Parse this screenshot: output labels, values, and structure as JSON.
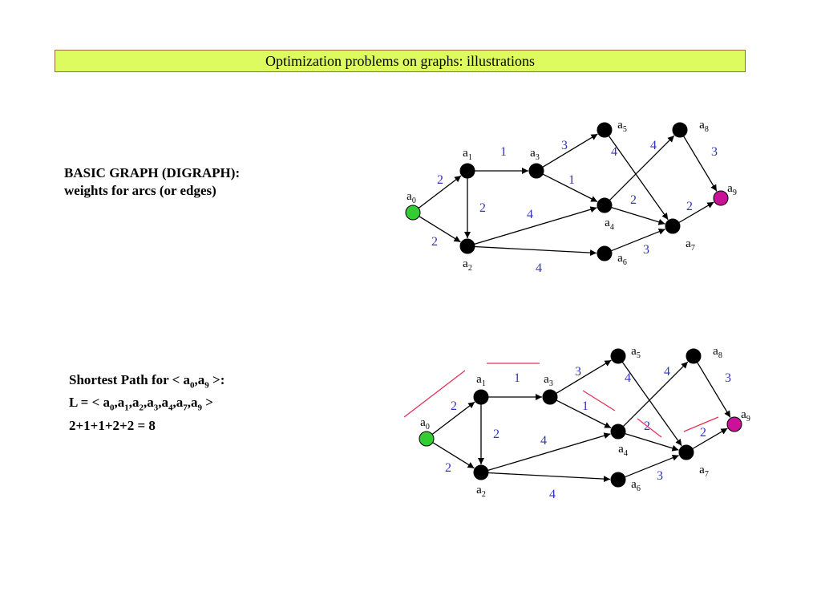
{
  "title": "Optimization problems on graphs: illustrations",
  "basic_caption": {
    "line1": "BASIC GRAPH (DIGRAPH):",
    "line2": "weights for arcs (or edges)"
  },
  "sp_caption": {
    "line1_prefix": "Shortest Path for  < a",
    "line1_s0": "0",
    "line1_mid": ",a",
    "line1_s1": "9",
    "line1_suffix": " >:",
    "line2_prefix": "L = < a",
    "line2_path_subs": [
      "0",
      "1",
      "2",
      "3",
      "4",
      "7",
      "9"
    ],
    "line2_suffix": " >",
    "line3": "2+1+1+2+2 = 8"
  },
  "node_letter": "a",
  "nodes": [
    "0",
    "1",
    "2",
    "3",
    "4",
    "5",
    "6",
    "7",
    "8",
    "9"
  ],
  "start_node": "0",
  "end_node": "9",
  "edges": [
    {
      "from": "0",
      "to": "1",
      "w": "2"
    },
    {
      "from": "0",
      "to": "2",
      "w": "2"
    },
    {
      "from": "1",
      "to": "3",
      "w": "1"
    },
    {
      "from": "1",
      "to": "2",
      "w": "2"
    },
    {
      "from": "2",
      "to": "4",
      "w": "4"
    },
    {
      "from": "2",
      "to": "6",
      "w": "4"
    },
    {
      "from": "3",
      "to": "5",
      "w": "3"
    },
    {
      "from": "3",
      "to": "4",
      "w": "1"
    },
    {
      "from": "4",
      "to": "8",
      "w": "4"
    },
    {
      "from": "4",
      "to": "7",
      "w": "2"
    },
    {
      "from": "5",
      "to": "7",
      "w": "4"
    },
    {
      "from": "6",
      "to": "7",
      "w": "3"
    },
    {
      "from": "7",
      "to": "9",
      "w": "2"
    },
    {
      "from": "8",
      "to": "9",
      "w": "3"
    }
  ],
  "colors": {
    "title_bg": "#ddfb5f",
    "node": "#000000",
    "start": "#33cc33",
    "end": "#cc1199",
    "weight": "#3333bb",
    "highlight": "#e8325a"
  }
}
